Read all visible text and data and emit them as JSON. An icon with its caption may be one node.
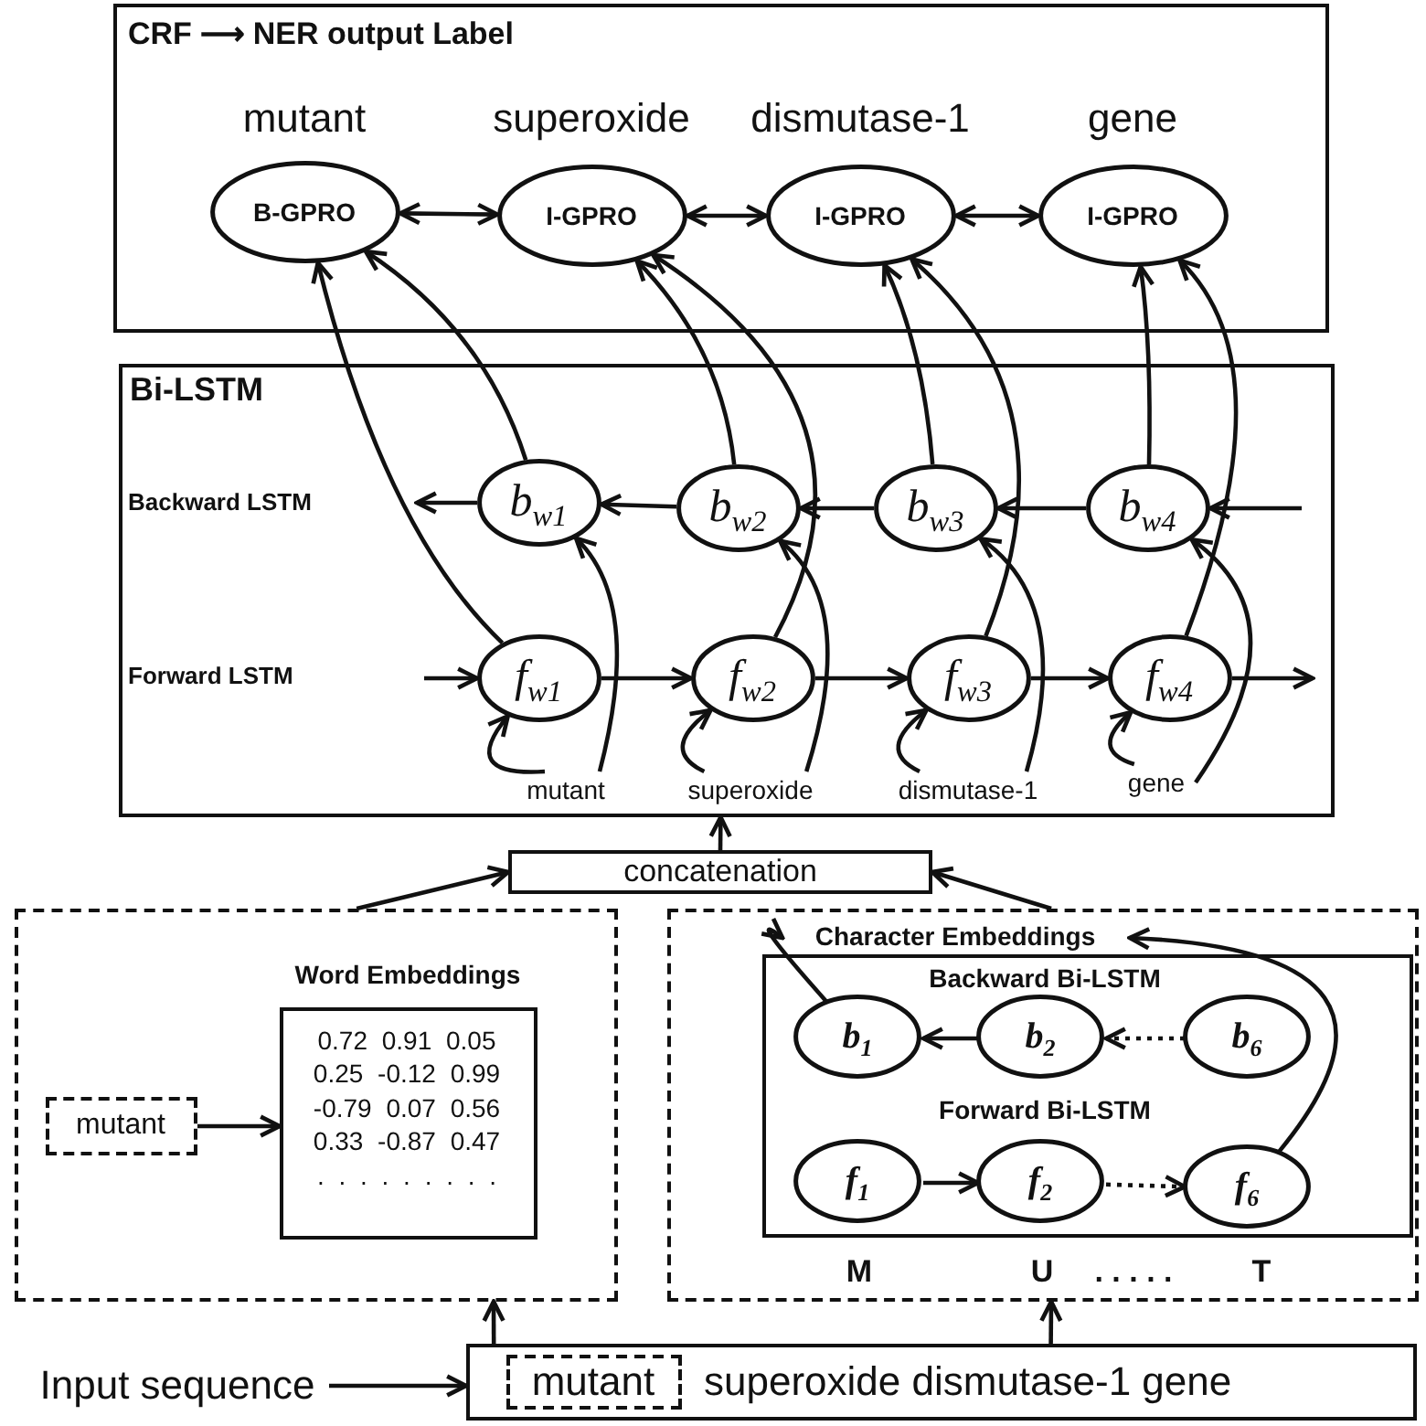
{
  "diagram": {
    "nodes": [
      {
        "text": [
          "CRF ⟶ NER output Label"
        ]
      },
      {
        "text": [
          "B-GPRO"
        ],
        "beside": [
          "mutant"
        ],
        "in": 0
      },
      {
        "text": [
          "I-GPRO"
        ],
        "beside": [
          "superoxide"
        ],
        "in": 0
      },
      {
        "text": [
          "I-GPRO"
        ],
        "beside": [
          "dismutase-1"
        ],
        "in": 0
      },
      {
        "text": [
          "I-GPRO"
        ],
        "beside": [
          "gene"
        ],
        "in": 0
      },
      {
        "text": [
          "Bi-LSTM"
        ]
      },
      {
        "text": [
          "b$_{w1}$"
        ],
        "in": 5
      },
      {
        "text": [
          "b$_{w2}$"
        ],
        "in": 5
      },
      {
        "text": [
          "b$_{w3}$"
        ],
        "in": 5
      },
      {
        "text": [
          "b$_{w4}$"
        ],
        "in": 5
      },
      {
        "text": [
          "f$_{w1}$"
        ],
        "in": 5
      },
      {
        "text": [
          "f$_{w2}$"
        ],
        "in": 5
      },
      {
        "text": [
          "f$_{w3}$"
        ],
        "in": 5
      },
      {
        "text": [
          "f$_{w4}$"
        ],
        "in": 5
      },
      {
        "text": [
          "mutant"
        ],
        "in": 5
      },
      {
        "text": [
          "superoxide"
        ],
        "in": 5
      },
      {
        "text": [
          "dismutase-1"
        ],
        "in": 5
      },
      {
        "text": [
          "gene"
        ],
        "in": 5
      },
      {
        "text": [
          "concatenation"
        ]
      },
      {
        "text": [],
        "shape": "box"
      },
      {
        "text": [
          "Word Embeddings",
          "0.72 0.91 0.05",
          "0.25 -0.12 0.99",
          "-0.79 0.07 0.56",
          "0.33 -0.87 0.47",
          ". . . . . . . . ."
        ],
        "in": 19
      },
      {
        "text": [
          "mutant"
        ],
        "in": 19
      },
      {
        "text": [],
        "shape": "box"
      },
      {
        "text": [
          "Character Embeddings"
        ],
        "in": 22
      },
      {
        "text": [
          "Backward Bi-LSTM",
          "Forward Bi-LSTM"
        ],
        "in": 22
      },
      {
        "text": [
          "b$_{1}$"
        ],
        "in": 24
      },
      {
        "text": [
          "b$_{2}$"
        ],
        "in": 24
      },
      {
        "text": [
          "b$_{6}$"
        ],
        "in": 24
      },
      {
        "text": [
          "f$_{1}$"
        ],
        "in": 24
      },
      {
        "text": [
          "f$_{2}$"
        ],
        "in": 24
      },
      {
        "text": [
          "f$_{6}$"
        ],
        "in": 24
      },
      {
        "text": [
          "superoxide dismutase-1 gene"
        ]
      },
      {
        "text": [
          "mutant"
        ],
        "in": 31
      },
      {
        "text": [
          "Input sequence"
        ]
      }
    ],
    "edges": [
      {
        "from": 1,
        "to": 2,
        "arrow": "both"
      },
      {
        "from": 2,
        "to": 3,
        "arrow": "both"
      },
      {
        "from": 3,
        "to": 4,
        "arrow": "both"
      },
      {
        "from": 10,
        "to": 1,
        "arrow": "to"
      },
      {
        "from": 6,
        "to": 1,
        "arrow": "to"
      },
      {
        "from": 11,
        "to": 2,
        "arrow": "to"
      },
      {
        "from": 7,
        "to": 2,
        "arrow": "to"
      },
      {
        "from": 12,
        "to": 3,
        "arrow": "to"
      },
      {
        "from": 8,
        "to": 3,
        "arrow": "to"
      },
      {
        "from": 13,
        "to": 4,
        "arrow": "to"
      },
      {
        "from": 9,
        "to": 4,
        "arrow": "to"
      },
      {
        "from": 9,
        "to": 8,
        "arrow": "to"
      },
      {
        "from": 8,
        "to": 7,
        "arrow": "to"
      },
      {
        "from": 7,
        "to": 6,
        "arrow": "to"
      },
      {
        "from": 6,
        "to": null,
        "arrow": "to"
      },
      {
        "from": null,
        "to": 9,
        "arrow": "to"
      },
      {
        "from": null,
        "to": 10,
        "arrow": "to"
      },
      {
        "from": 10,
        "to": 11,
        "arrow": "to"
      },
      {
        "from": 11,
        "to": 12,
        "arrow": "to"
      },
      {
        "from": 12,
        "to": 13,
        "arrow": "to"
      },
      {
        "from": 13,
        "to": null,
        "arrow": "to"
      },
      {
        "from": 14,
        "to": 10,
        "arrow": "to"
      },
      {
        "from": 14,
        "to": 6,
        "arrow": "to"
      },
      {
        "from": 15,
        "to": 11,
        "arrow": "to"
      },
      {
        "from": 15,
        "to": 7,
        "arrow": "to"
      },
      {
        "from": 16,
        "to": 12,
        "arrow": "to"
      },
      {
        "from": 16,
        "to": 8,
        "arrow": "to"
      },
      {
        "from": 17,
        "to": 13,
        "arrow": "to"
      },
      {
        "from": 17,
        "to": 9,
        "arrow": "to"
      },
      {
        "from": 18,
        "to": 5,
        "arrow": "to"
      },
      {
        "from": 19,
        "to": 18,
        "arrow": "to"
      },
      {
        "from": 22,
        "to": 18,
        "arrow": "to"
      },
      {
        "from": 21,
        "to": 20,
        "arrow": "to"
      },
      {
        "from": 26,
        "to": 25,
        "arrow": "to"
      },
      {
        "from": 27,
        "to": 26,
        "arrow": "to",
        "style": "dashed"
      },
      {
        "from": 28,
        "to": 29,
        "arrow": "to"
      },
      {
        "from": 29,
        "to": 30,
        "arrow": "to",
        "style": "dashed"
      },
      {
        "from": 25,
        "to": 23,
        "arrow": "to"
      },
      {
        "from": 30,
        "to": 23,
        "arrow": "to"
      },
      {
        "from": 31,
        "to": 19,
        "arrow": "to"
      },
      {
        "from": 31,
        "to": 22,
        "arrow": "to"
      },
      {
        "from": 33,
        "to": 31,
        "arrow": "to"
      }
    ],
    "labels": [
      "Backward LSTM",
      "Forward LSTM",
      "M",
      "U",
      ". . . . .",
      "T"
    ]
  }
}
